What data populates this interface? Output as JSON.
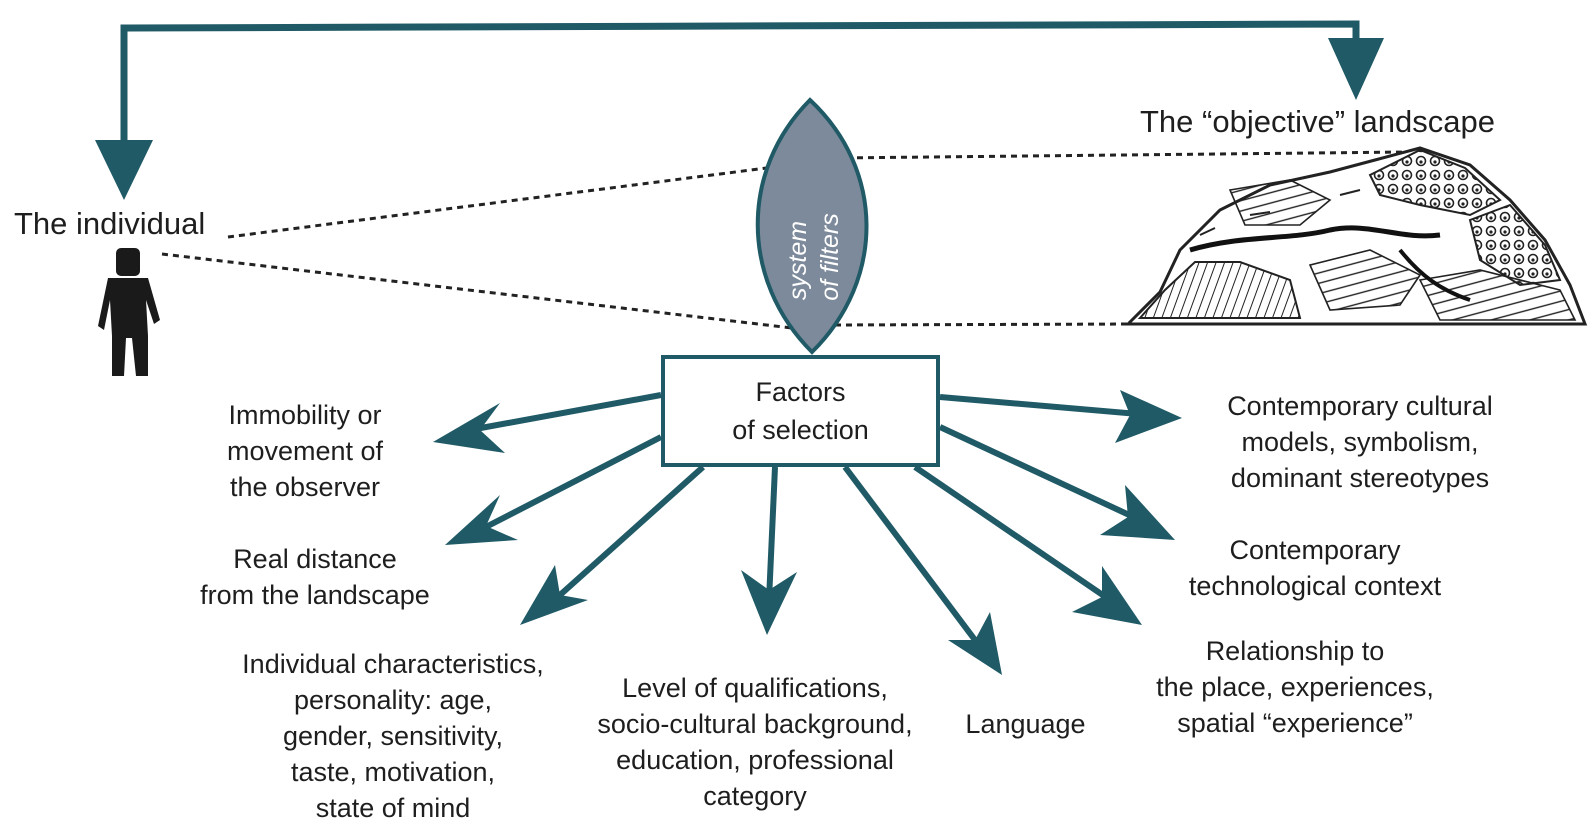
{
  "colors": {
    "arrow": "#1f5a66",
    "lens_fill": "#7d8a9b",
    "lens_text": "#ffffff",
    "text": "#1e1e1e"
  },
  "individual": {
    "label": "The individual"
  },
  "landscape": {
    "label": "The “objective” landscape"
  },
  "filters": {
    "label": "system\nof filters"
  },
  "factors": {
    "label": "Factors\nof selection"
  },
  "items": [
    {
      "label": "Immobility or\nmovement of\nthe observer"
    },
    {
      "label": "Real distance\nfrom the landscape"
    },
    {
      "label": "Individual characteristics,\npersonality: age,\ngender, sensitivity,\ntaste, motivation,\nstate of mind"
    },
    {
      "label": "Level of qualifications,\nsocio-cultural background,\neducation, professional\ncategory"
    },
    {
      "label": "Language"
    },
    {
      "label": "Contemporary cultural\nmodels, symbolism,\ndominant stereotypes"
    },
    {
      "label": "Contemporary\ntechnological context"
    },
    {
      "label": "Relationship to\nthe place, experiences,\nspatial “experience”"
    }
  ]
}
